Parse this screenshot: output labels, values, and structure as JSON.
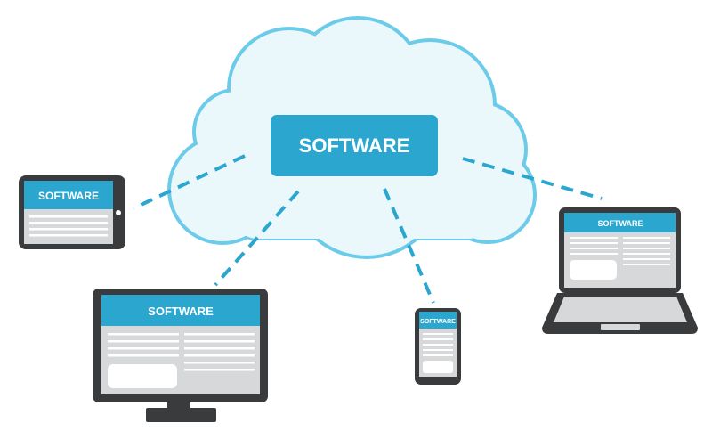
{
  "cloud": {
    "label": "SOFTWARE"
  },
  "devices": {
    "tablet": {
      "label": "SOFTWARE"
    },
    "monitor": {
      "label": "SOFTWARE"
    },
    "phone": {
      "label": "SOFTWARE"
    },
    "laptop": {
      "label": "SOFTWARE"
    }
  },
  "colors": {
    "accent": "#2aa6cf",
    "cloud_fill": "#eaf8fc",
    "cloud_stroke": "#6ccbe9",
    "connector": "#2aa6cf",
    "device_frame": "#3a3b3d",
    "screen_bg": "#d7d8d9",
    "screen_lines": "#ffffff"
  }
}
